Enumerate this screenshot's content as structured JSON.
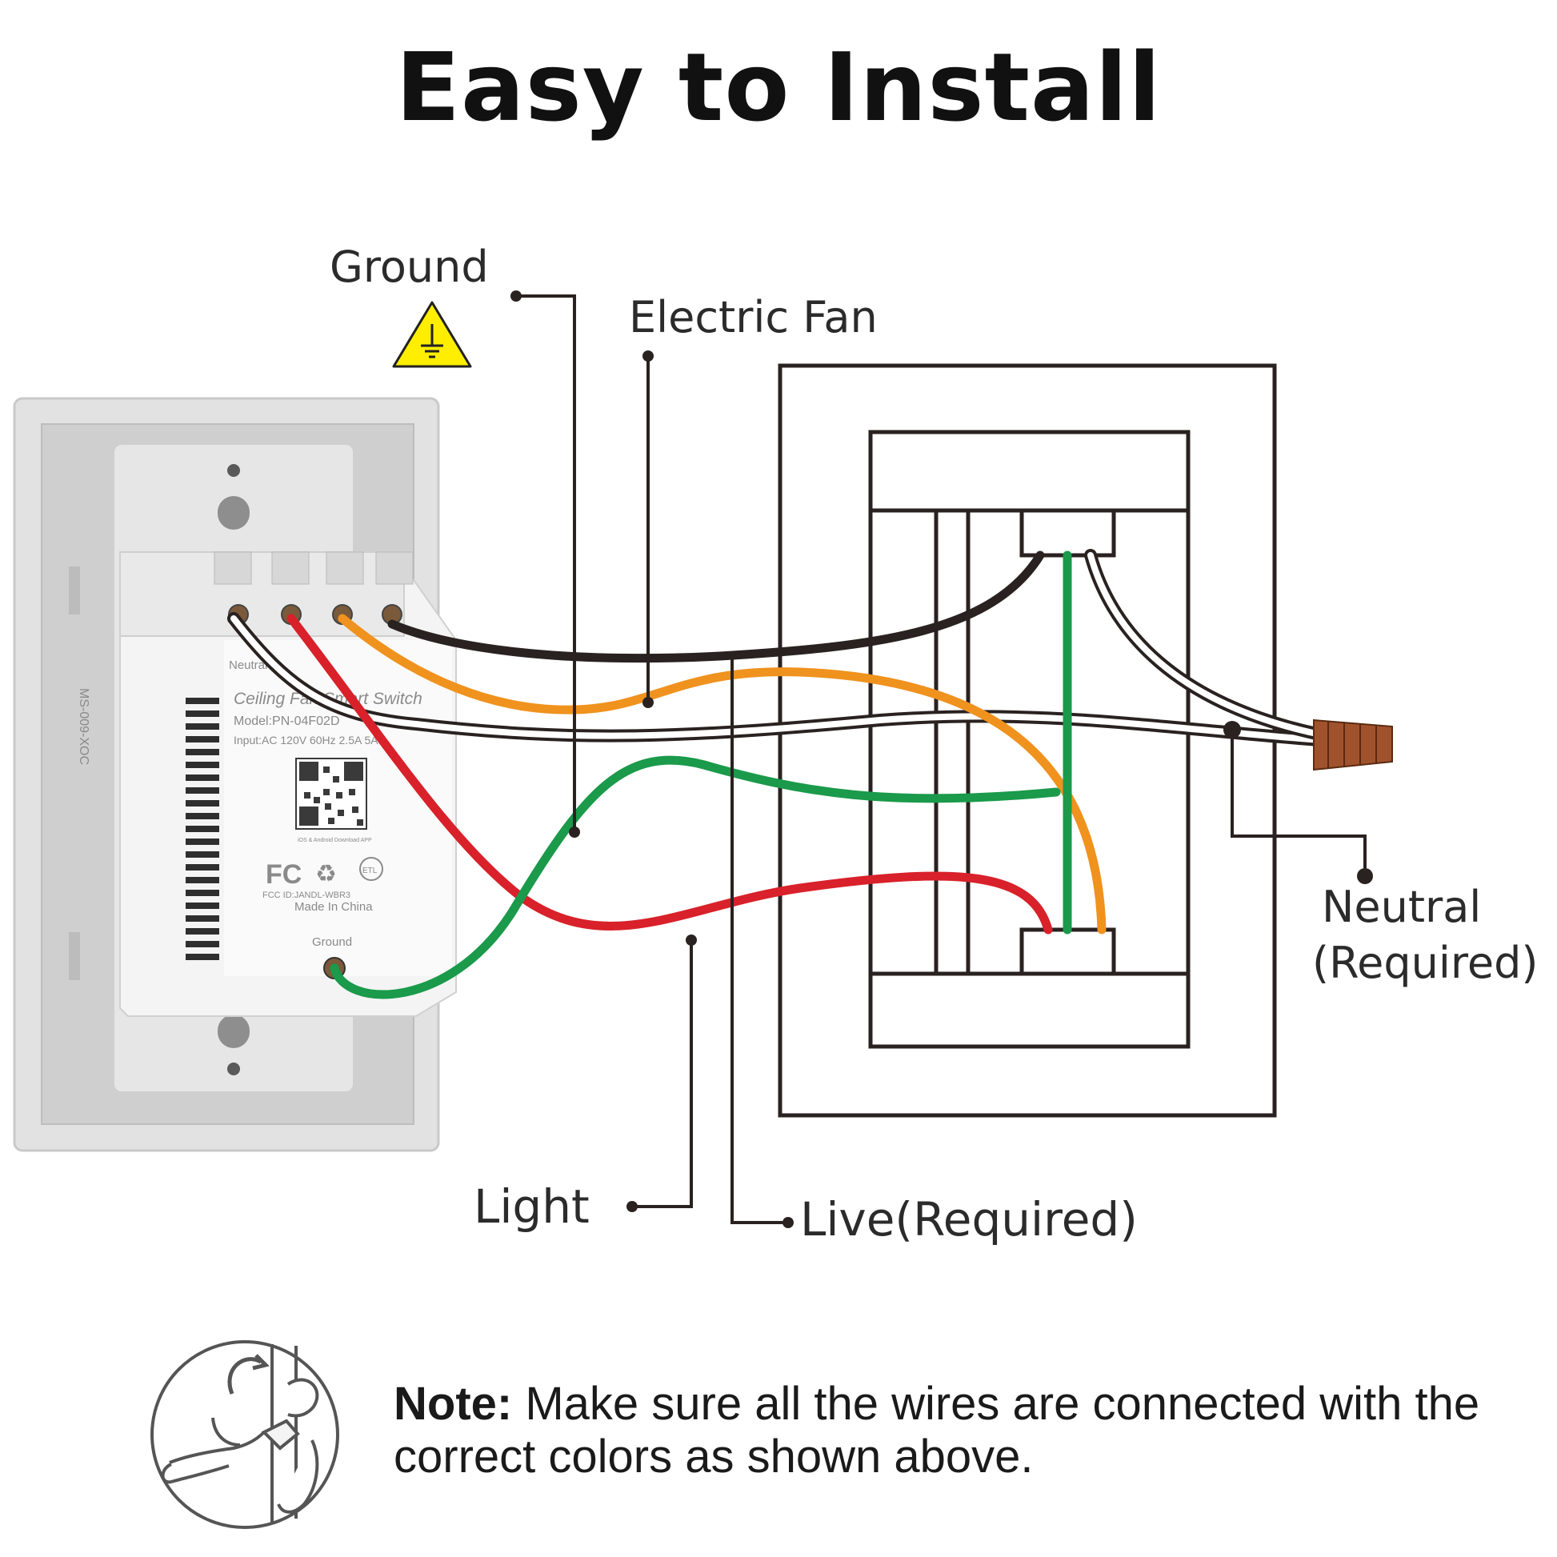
{
  "title": "Easy to Install",
  "labels": {
    "ground": "Ground",
    "electric_fan": "Electric Fan",
    "neutral_line1": "Neutral",
    "neutral_line2": "(Required)",
    "light": "Light",
    "live": "Live(Required)"
  },
  "device": {
    "neutral_term": "Neutral",
    "name": "Ceiling Fan Smart Switch",
    "model": "Model:PN-04F02D",
    "input": "Input:AC 120V  60Hz  2.5A  5A",
    "app_note": "iOS & Android Download APP",
    "fcc_id": "FCC ID:JANDL-WBR3",
    "made_in": "Made In China",
    "ground_term": "Ground",
    "side_code": "MS-009-XOC",
    "fc_logo": "FC",
    "cert_mark": "ETL"
  },
  "note": {
    "bold": "Note:",
    "text": " Make sure all the wires are connected with the correct colors as shown above."
  },
  "colors": {
    "ground_wire": "#1a9a4a",
    "fan_wire": "#f0921e",
    "light_wire": "#d8212a",
    "live_wire": "#2a2220",
    "neutral_wire": "#ffffff",
    "warning_yellow": "#ffee00",
    "wire_nut": "#a0522d"
  },
  "icons": [
    "ground-warning-icon",
    "wire-nut-icon",
    "twist-connector-icon"
  ]
}
